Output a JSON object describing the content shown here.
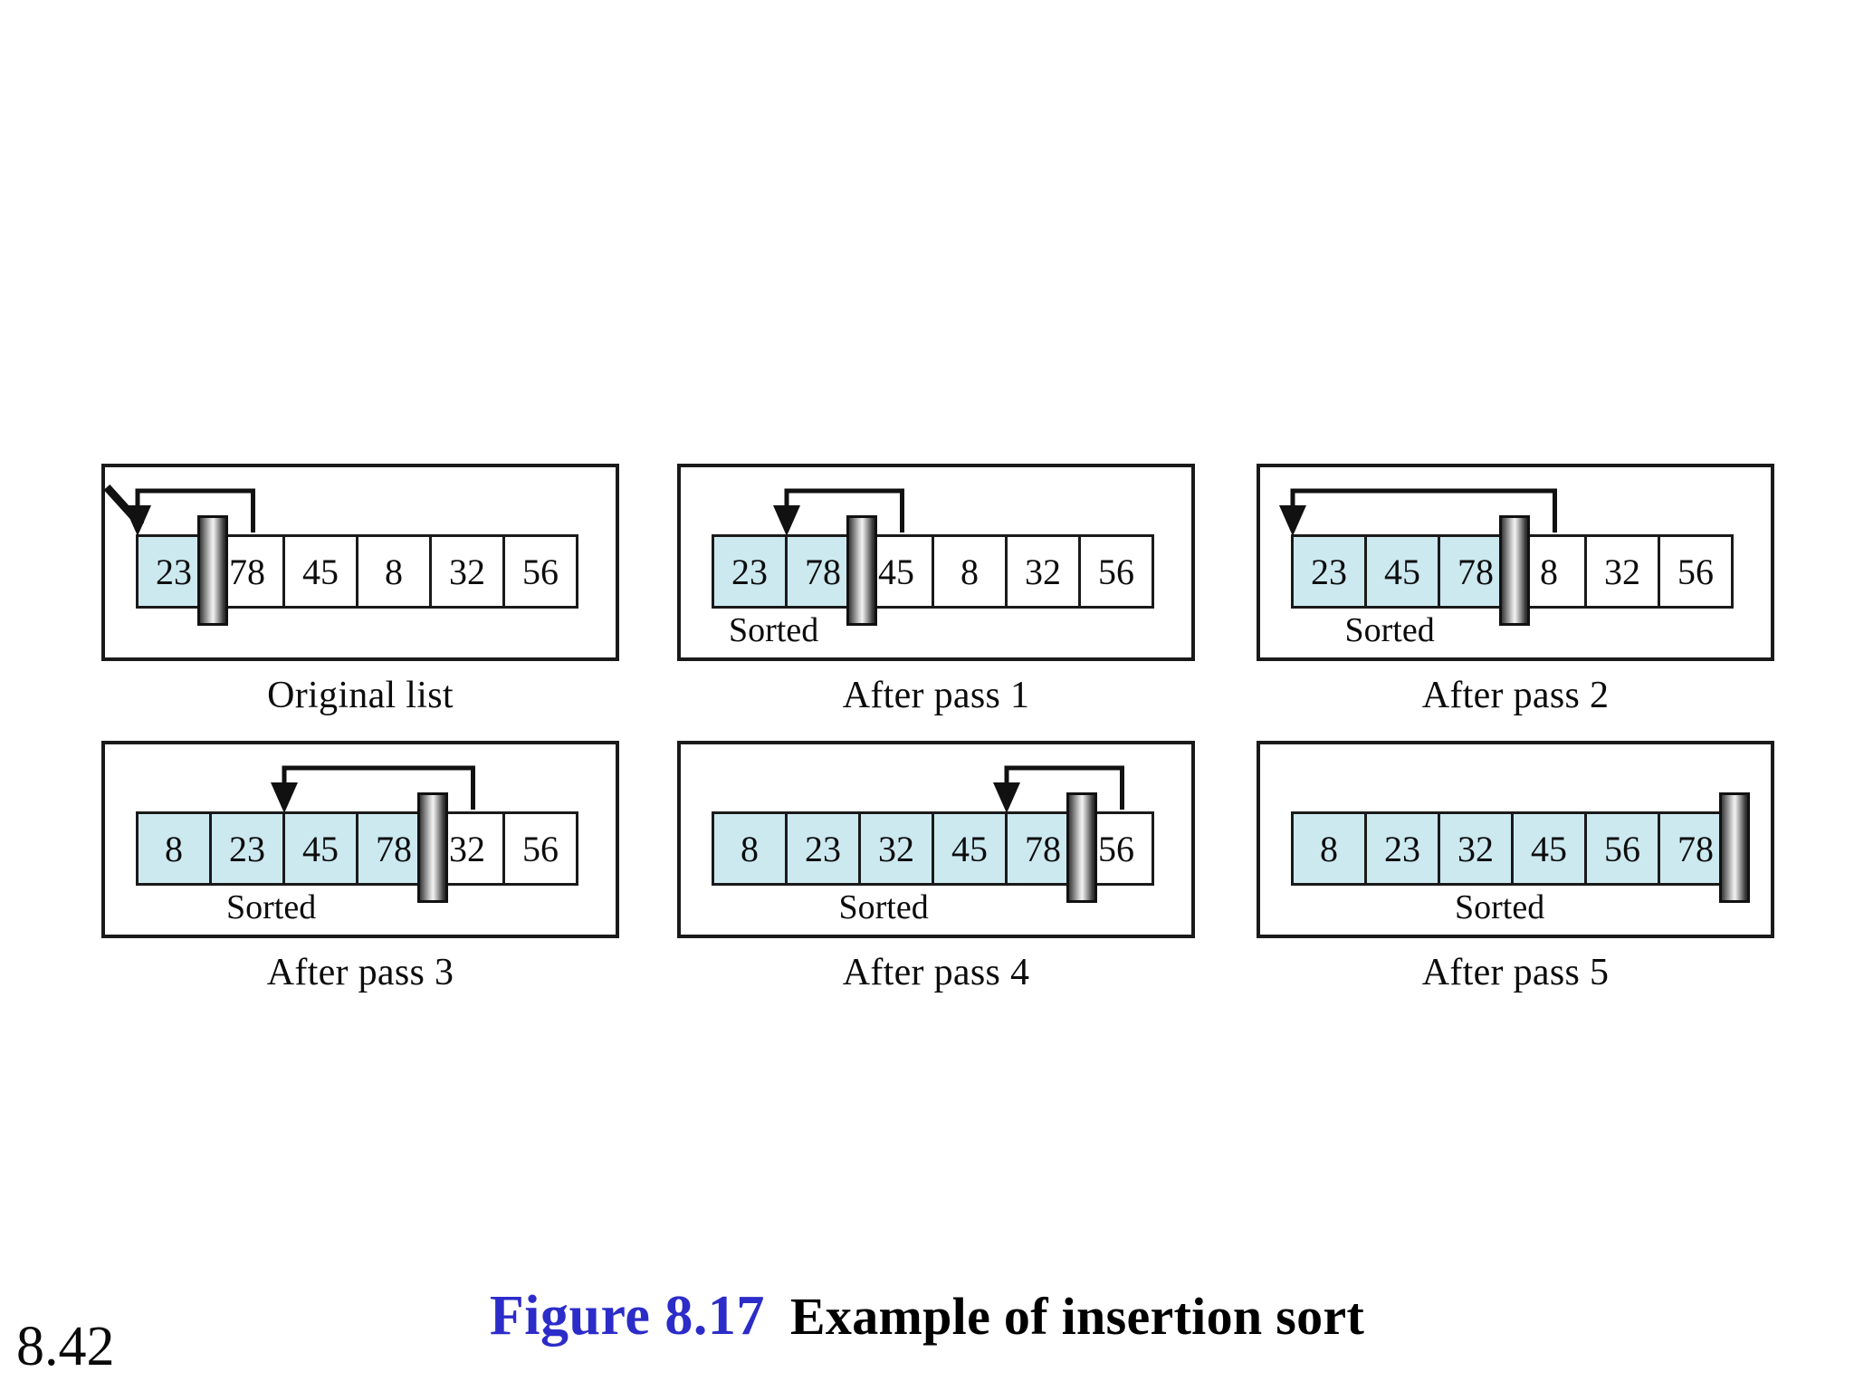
{
  "page_number": "8.42",
  "caption": {
    "figure_label": "Figure 8.17",
    "figure_title": "Example of insertion sort",
    "figure_label_color": "#2c2cc9",
    "figure_title_color": "#000000"
  },
  "colors": {
    "sorted_cell": "#cce9f0",
    "unsorted_cell": "#ffffff",
    "border": "#1a1a1a",
    "divider_bar": "#9a9a9a"
  },
  "sorted_region_label": "Sorted",
  "chart_data": {
    "type": "diagram",
    "title": "Example of insertion sort",
    "algorithm": "insertion sort",
    "initial_list": [
      23,
      78,
      45,
      8,
      32,
      56
    ],
    "final_list": [
      8,
      23,
      32,
      45,
      56,
      78
    ],
    "panel_count": 6
  },
  "panels": [
    {
      "id": "panel-original",
      "caption": "Original list",
      "values": [
        "23",
        "78",
        "45",
        "8",
        "32",
        "56"
      ],
      "sorted_count": 1,
      "divider_after": 1,
      "show_sorted_label": false,
      "arrow": {
        "present": true,
        "from_cell": 2,
        "to_gap": 0
      }
    },
    {
      "id": "panel-pass-1",
      "caption": "After pass 1",
      "values": [
        "23",
        "78",
        "45",
        "8",
        "32",
        "56"
      ],
      "sorted_count": 2,
      "divider_after": 2,
      "show_sorted_label": true,
      "arrow": {
        "present": true,
        "from_cell": 3,
        "to_gap": 1
      }
    },
    {
      "id": "panel-pass-2",
      "caption": "After pass 2",
      "values": [
        "23",
        "45",
        "78",
        "8",
        "32",
        "56"
      ],
      "sorted_count": 3,
      "divider_after": 3,
      "show_sorted_label": true,
      "arrow": {
        "present": true,
        "from_cell": 4,
        "to_gap": 0
      }
    },
    {
      "id": "panel-pass-3",
      "caption": "After pass 3",
      "values": [
        "8",
        "23",
        "45",
        "78",
        "32",
        "56"
      ],
      "sorted_count": 4,
      "divider_after": 4,
      "show_sorted_label": true,
      "arrow": {
        "present": true,
        "from_cell": 5,
        "to_gap": 2
      }
    },
    {
      "id": "panel-pass-4",
      "caption": "After pass 4",
      "values": [
        "8",
        "23",
        "32",
        "45",
        "78",
        "56"
      ],
      "sorted_count": 5,
      "divider_after": 5,
      "show_sorted_label": true,
      "arrow": {
        "present": true,
        "from_cell": 6,
        "to_gap": 4
      }
    },
    {
      "id": "panel-pass-5",
      "caption": "After pass 5",
      "values": [
        "8",
        "23",
        "32",
        "45",
        "56",
        "78"
      ],
      "sorted_count": 6,
      "divider_after": 6,
      "show_sorted_label": true,
      "arrow": {
        "present": false
      }
    }
  ]
}
